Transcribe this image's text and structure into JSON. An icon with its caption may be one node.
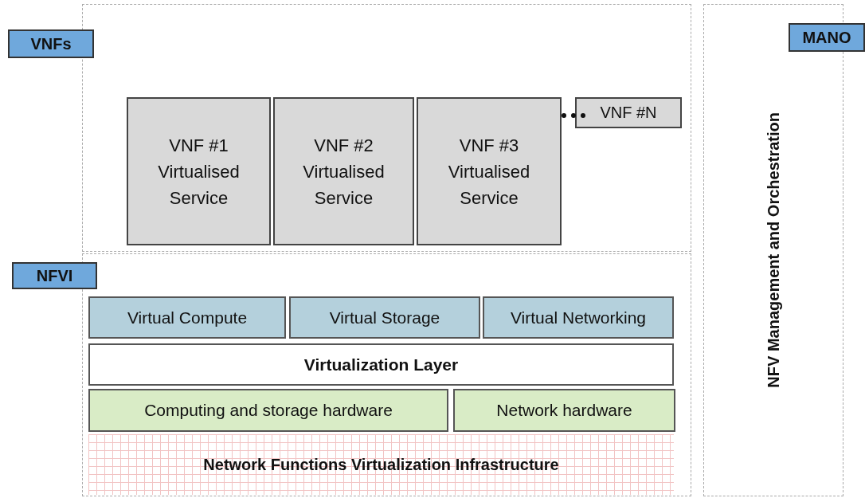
{
  "diagram": {
    "nodes": [
      {
        "text": [],
        "shape": "box"
      },
      {
        "text": [
          "VNFs"
        ]
      },
      {
        "text": [
          "VNF #1 Virtualised Service"
        ],
        "in": 0
      },
      {
        "text": [
          "VNF #2 Virtualised Service"
        ],
        "in": 0
      },
      {
        "text": [
          "VNF #3 Virtualised Service"
        ],
        "in": 0
      },
      {
        "text": [
          "VNF #N"
        ],
        "in": 0
      },
      {
        "text": [],
        "shape": "box"
      },
      {
        "text": [
          "NFVI"
        ]
      },
      {
        "text": [
          "Virtual Compute"
        ],
        "in": 6
      },
      {
        "text": [
          "Virtual Storage"
        ],
        "in": 6
      },
      {
        "text": [
          "Virtual Networking"
        ],
        "in": 6
      },
      {
        "text": [
          "Virtualization Layer"
        ],
        "in": 6
      },
      {
        "text": [
          "Computing and storage hardware"
        ],
        "in": 6
      },
      {
        "text": [
          "Network hardware"
        ],
        "in": 6
      },
      {
        "text": [
          "Network Functions Virtualization Infrastructure"
        ],
        "in": 6
      },
      {
        "text": [
          "NFV Management and Orchestration"
        ]
      },
      {
        "text": [
          "MANO"
        ]
      }
    ]
  }
}
